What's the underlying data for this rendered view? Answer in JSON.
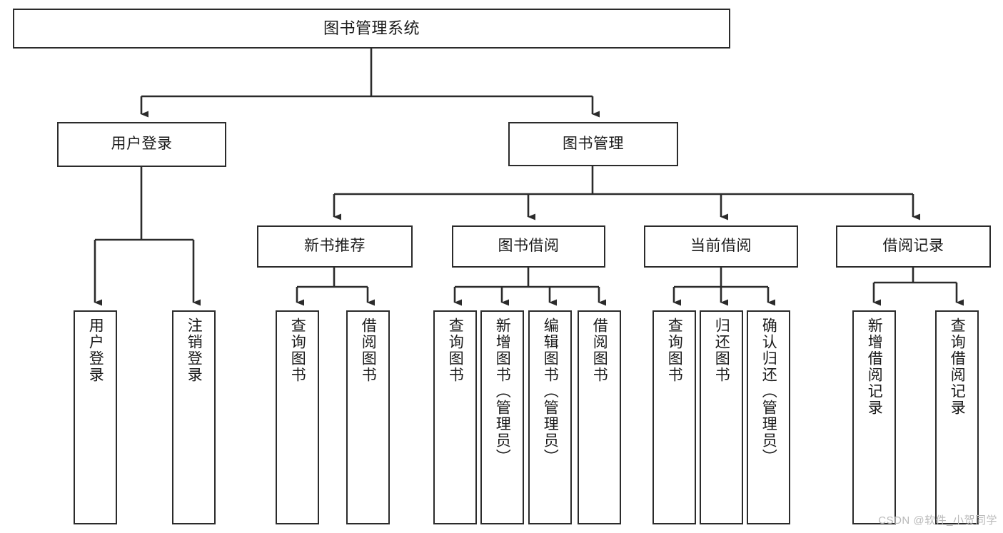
{
  "diagram": {
    "type": "hierarchy-tree",
    "orientation": "top-down",
    "style": {
      "box_border_color": "#2b2b2b",
      "box_fill_color": "#ffffff",
      "connector_color": "#2b2b2b",
      "text_color": "#1a1a1a",
      "background": "#ffffff"
    },
    "root": {
      "label": "图书管理系统"
    },
    "level2": [
      {
        "label": "用户登录"
      },
      {
        "label": "图书管理"
      }
    ],
    "level3": [
      {
        "label": "新书推荐"
      },
      {
        "label": "图书借阅"
      },
      {
        "label": "当前借阅"
      },
      {
        "label": "借阅记录"
      }
    ],
    "leaves": {
      "user_login": [
        {
          "label": "用户登录"
        },
        {
          "label": "注销登录"
        }
      ],
      "new_book_recommend": [
        {
          "label": "查询图书"
        },
        {
          "label": "借阅图书"
        }
      ],
      "book_borrow": [
        {
          "label": "查询图书"
        },
        {
          "label": "新增图书（管理员）"
        },
        {
          "label": "编辑图书（管理员）"
        },
        {
          "label": "借阅图书"
        }
      ],
      "current_borrow": [
        {
          "label": "查询图书"
        },
        {
          "label": "归还图书"
        },
        {
          "label": "确认归还（管理员）"
        }
      ],
      "borrow_record": [
        {
          "label": "新增借阅记录"
        },
        {
          "label": "查询借阅记录"
        }
      ]
    }
  },
  "watermark": {
    "text": "CSDN @软件_小贺同学"
  }
}
